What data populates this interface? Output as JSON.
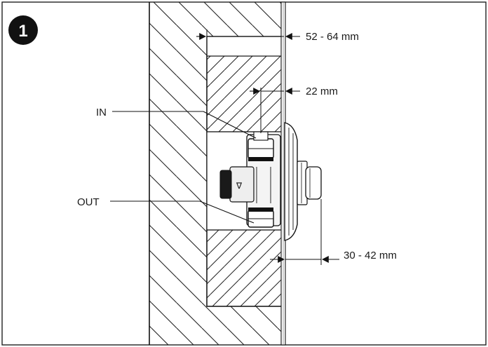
{
  "step": {
    "number": "1"
  },
  "labels": {
    "inlet": "IN",
    "outlet": "OUT"
  },
  "dimensions": {
    "recess_depth": "52 - 64 mm",
    "pipe_offset": "22 mm",
    "protrusion": "30 - 42 mm"
  },
  "valve": {
    "flow_marker": "∇"
  }
}
